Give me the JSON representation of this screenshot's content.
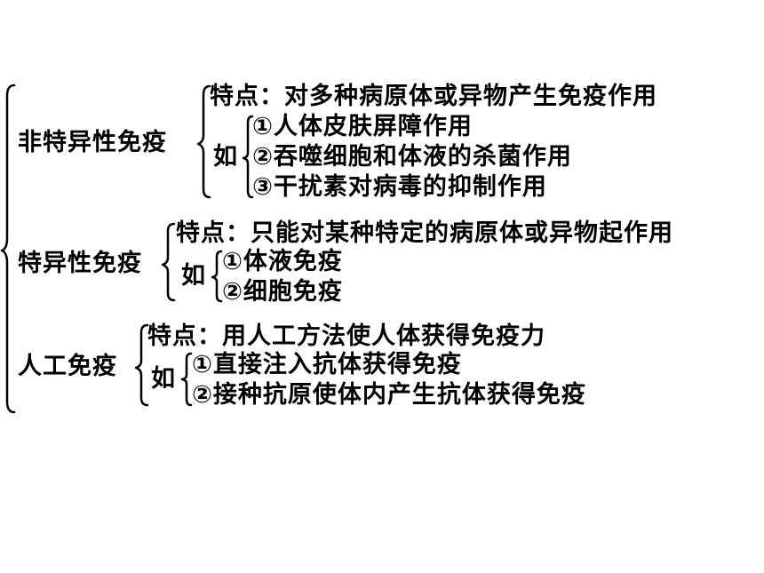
{
  "nonspecific": {
    "label": "非特异性免疫",
    "feature": "特点：对多种病原体或异物产生免疫作用",
    "ru": "如",
    "examples": [
      "①人体皮肤屏障作用",
      "②吞噬细胞和体液的杀菌作用",
      "③干扰素对病毒的抑制作用"
    ]
  },
  "specific": {
    "label": "特异性免疫",
    "feature": "特点：只能对某种特定的病原体或异物起作用",
    "ru": "如",
    "examples": [
      "①体液免疫",
      "②细胞免疫"
    ]
  },
  "artificial": {
    "label": "人工免疫",
    "feature": "特点：用人工方法使人体获得免疫力",
    "ru": "如",
    "examples": [
      "①直接注入抗体获得免疫",
      "②接种抗原使体内产生抗体获得免疫"
    ]
  }
}
